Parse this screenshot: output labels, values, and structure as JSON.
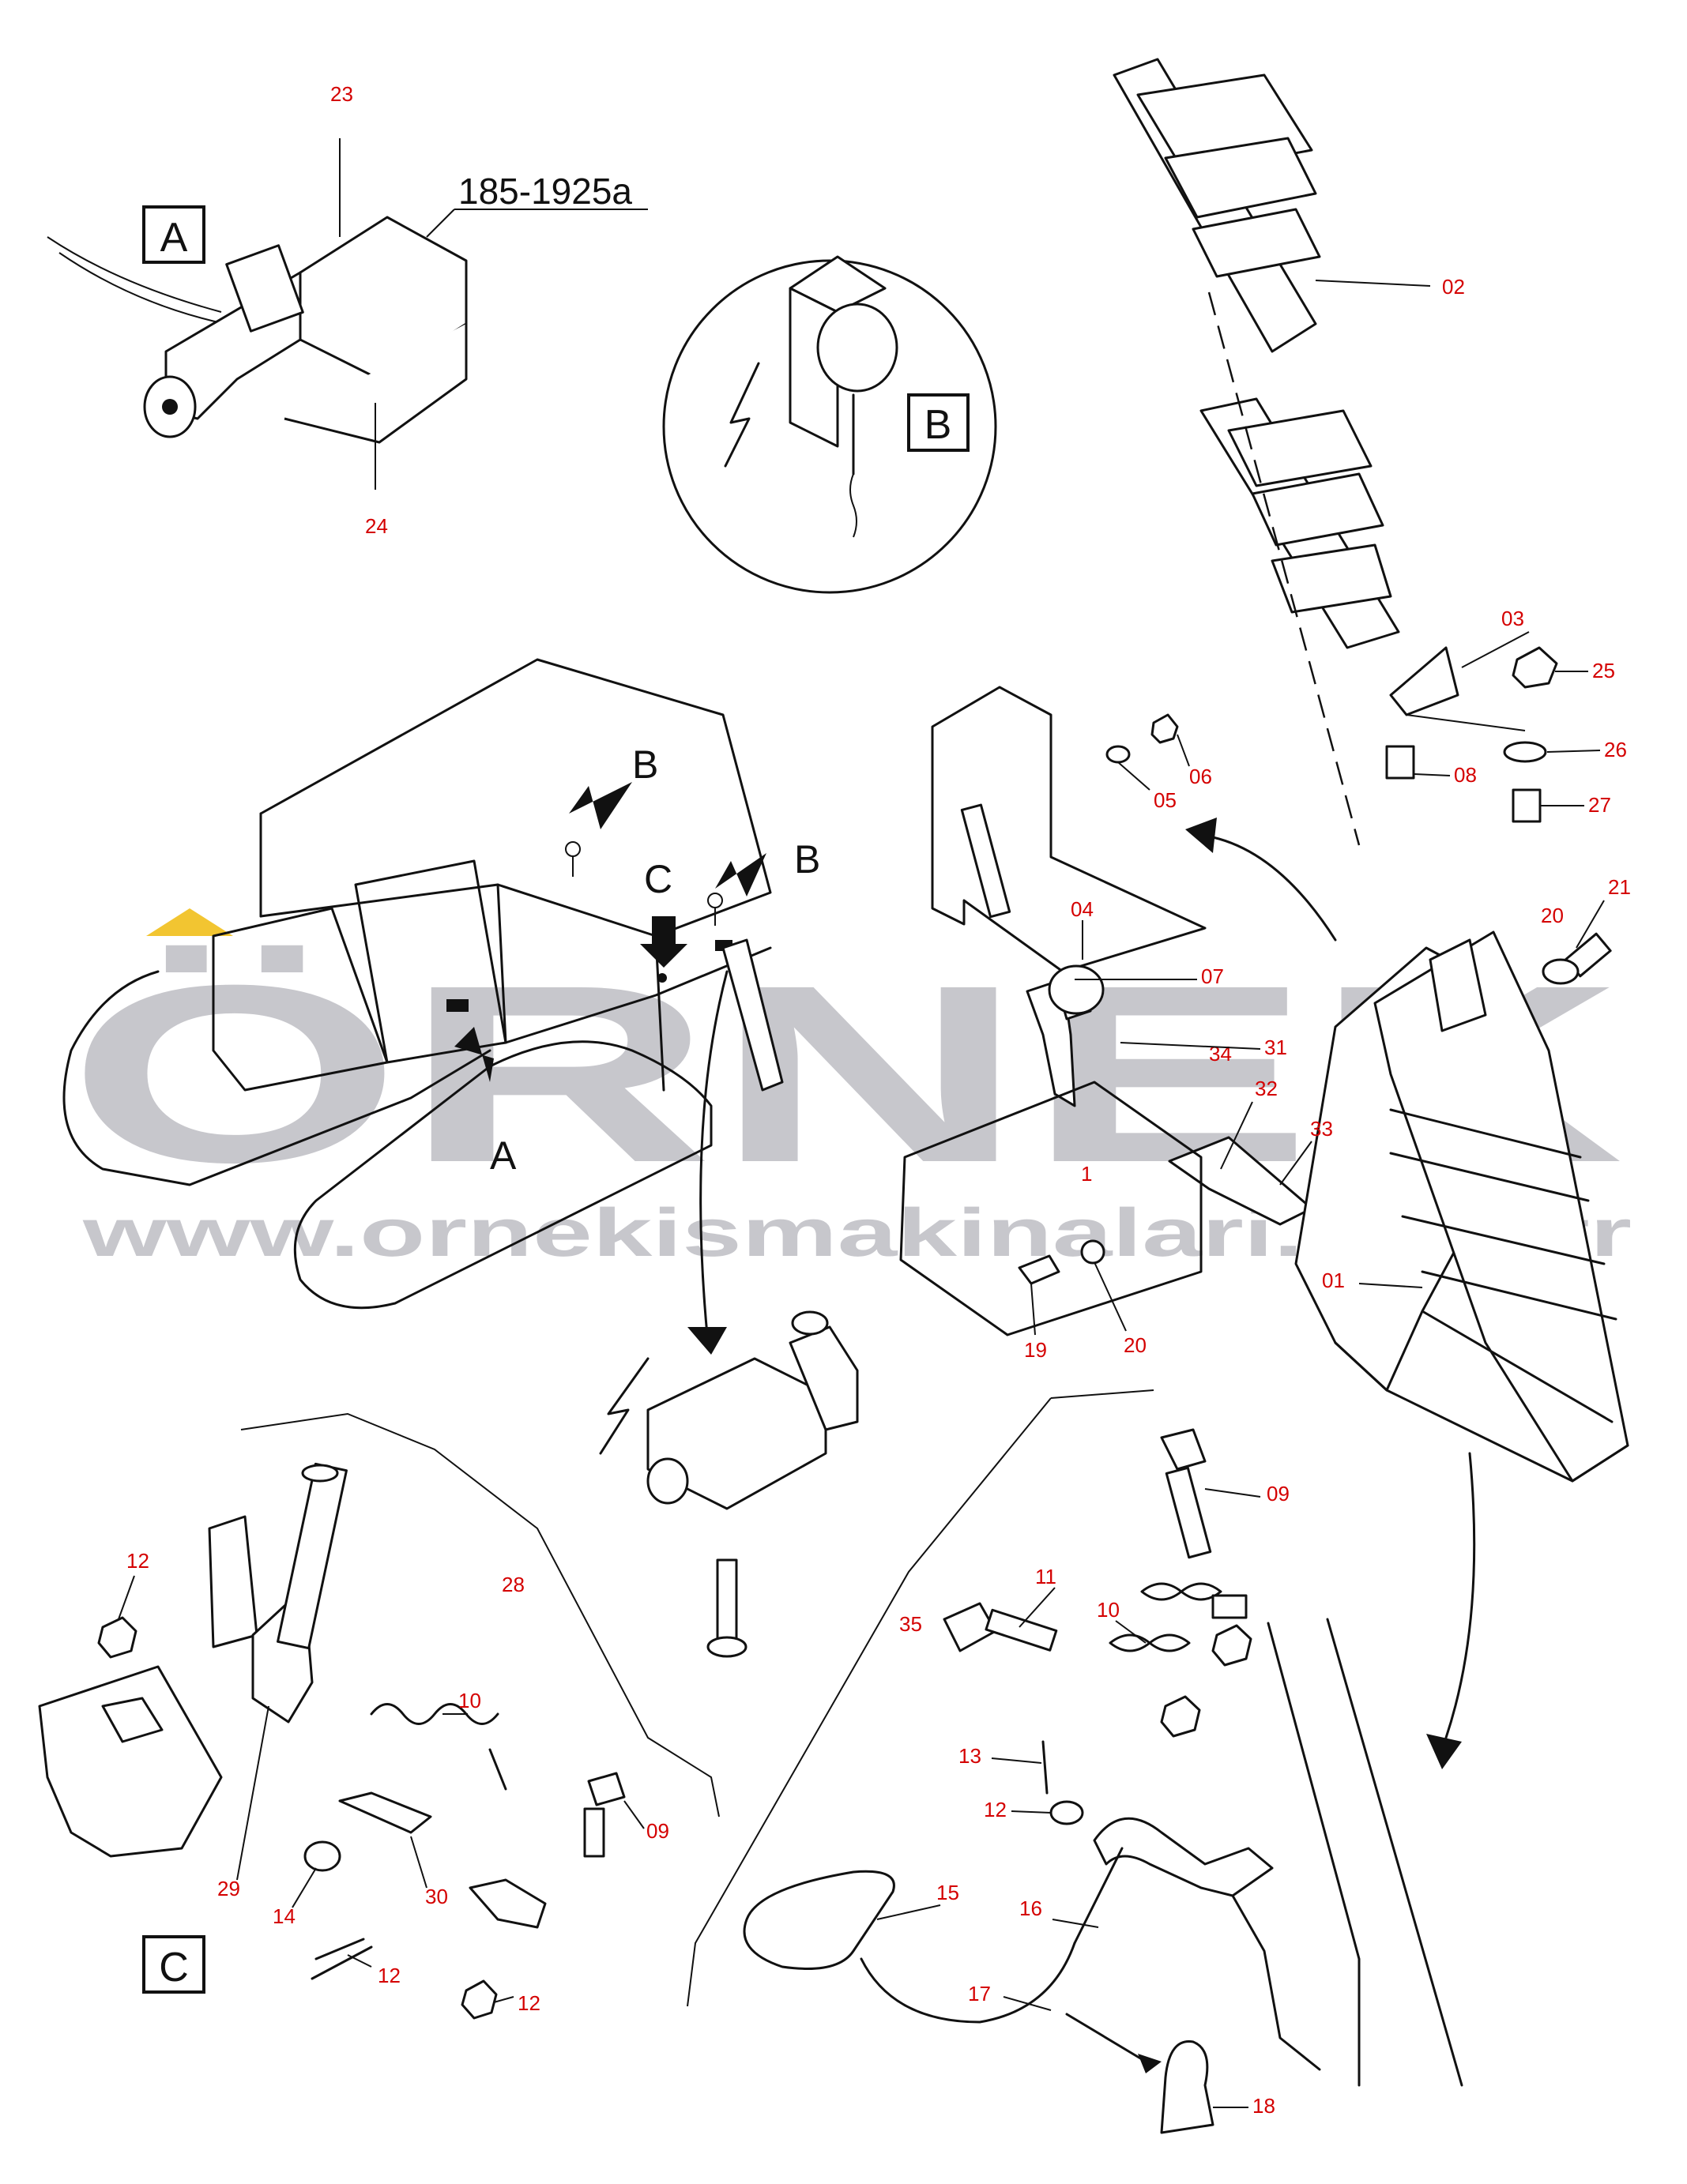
{
  "watermark": {
    "logo": "ÖRNEK",
    "site": "www.ornekismakinalari.com.tr",
    "accent": "#f2c531",
    "gray": "#c7c7cc"
  },
  "part_code": "185-1925a",
  "views": {
    "a": "A",
    "b": "B",
    "c": "C"
  },
  "arrows": {
    "b1": "B",
    "b2": "B",
    "c": "C",
    "a": "A"
  },
  "colors": {
    "label": "#d40000",
    "line": "#111111"
  },
  "labels": {
    "p23": "23",
    "p24": "24",
    "p02": "02",
    "p03": "03",
    "p25": "25",
    "p26": "26",
    "p27": "27",
    "p08": "08",
    "p06": "06",
    "p05": "05",
    "p04": "04",
    "p07": "07",
    "p21": "21",
    "p20a": "20",
    "p34": "34",
    "p31": "31",
    "p32": "32",
    "p33": "33",
    "p1": "1",
    "p19": "19",
    "p20b": "20",
    "p01": "01",
    "p09a": "09",
    "p11": "11",
    "p10a": "10",
    "p35": "35",
    "p13": "13",
    "p12a": "12",
    "p15": "15",
    "p16": "16",
    "p17": "17",
    "p18": "18",
    "p12b": "12",
    "p28": "28",
    "p10b": "10",
    "p09b": "09",
    "p29": "29",
    "p14": "14",
    "p30": "30",
    "p12c": "12",
    "p12d": "12"
  }
}
